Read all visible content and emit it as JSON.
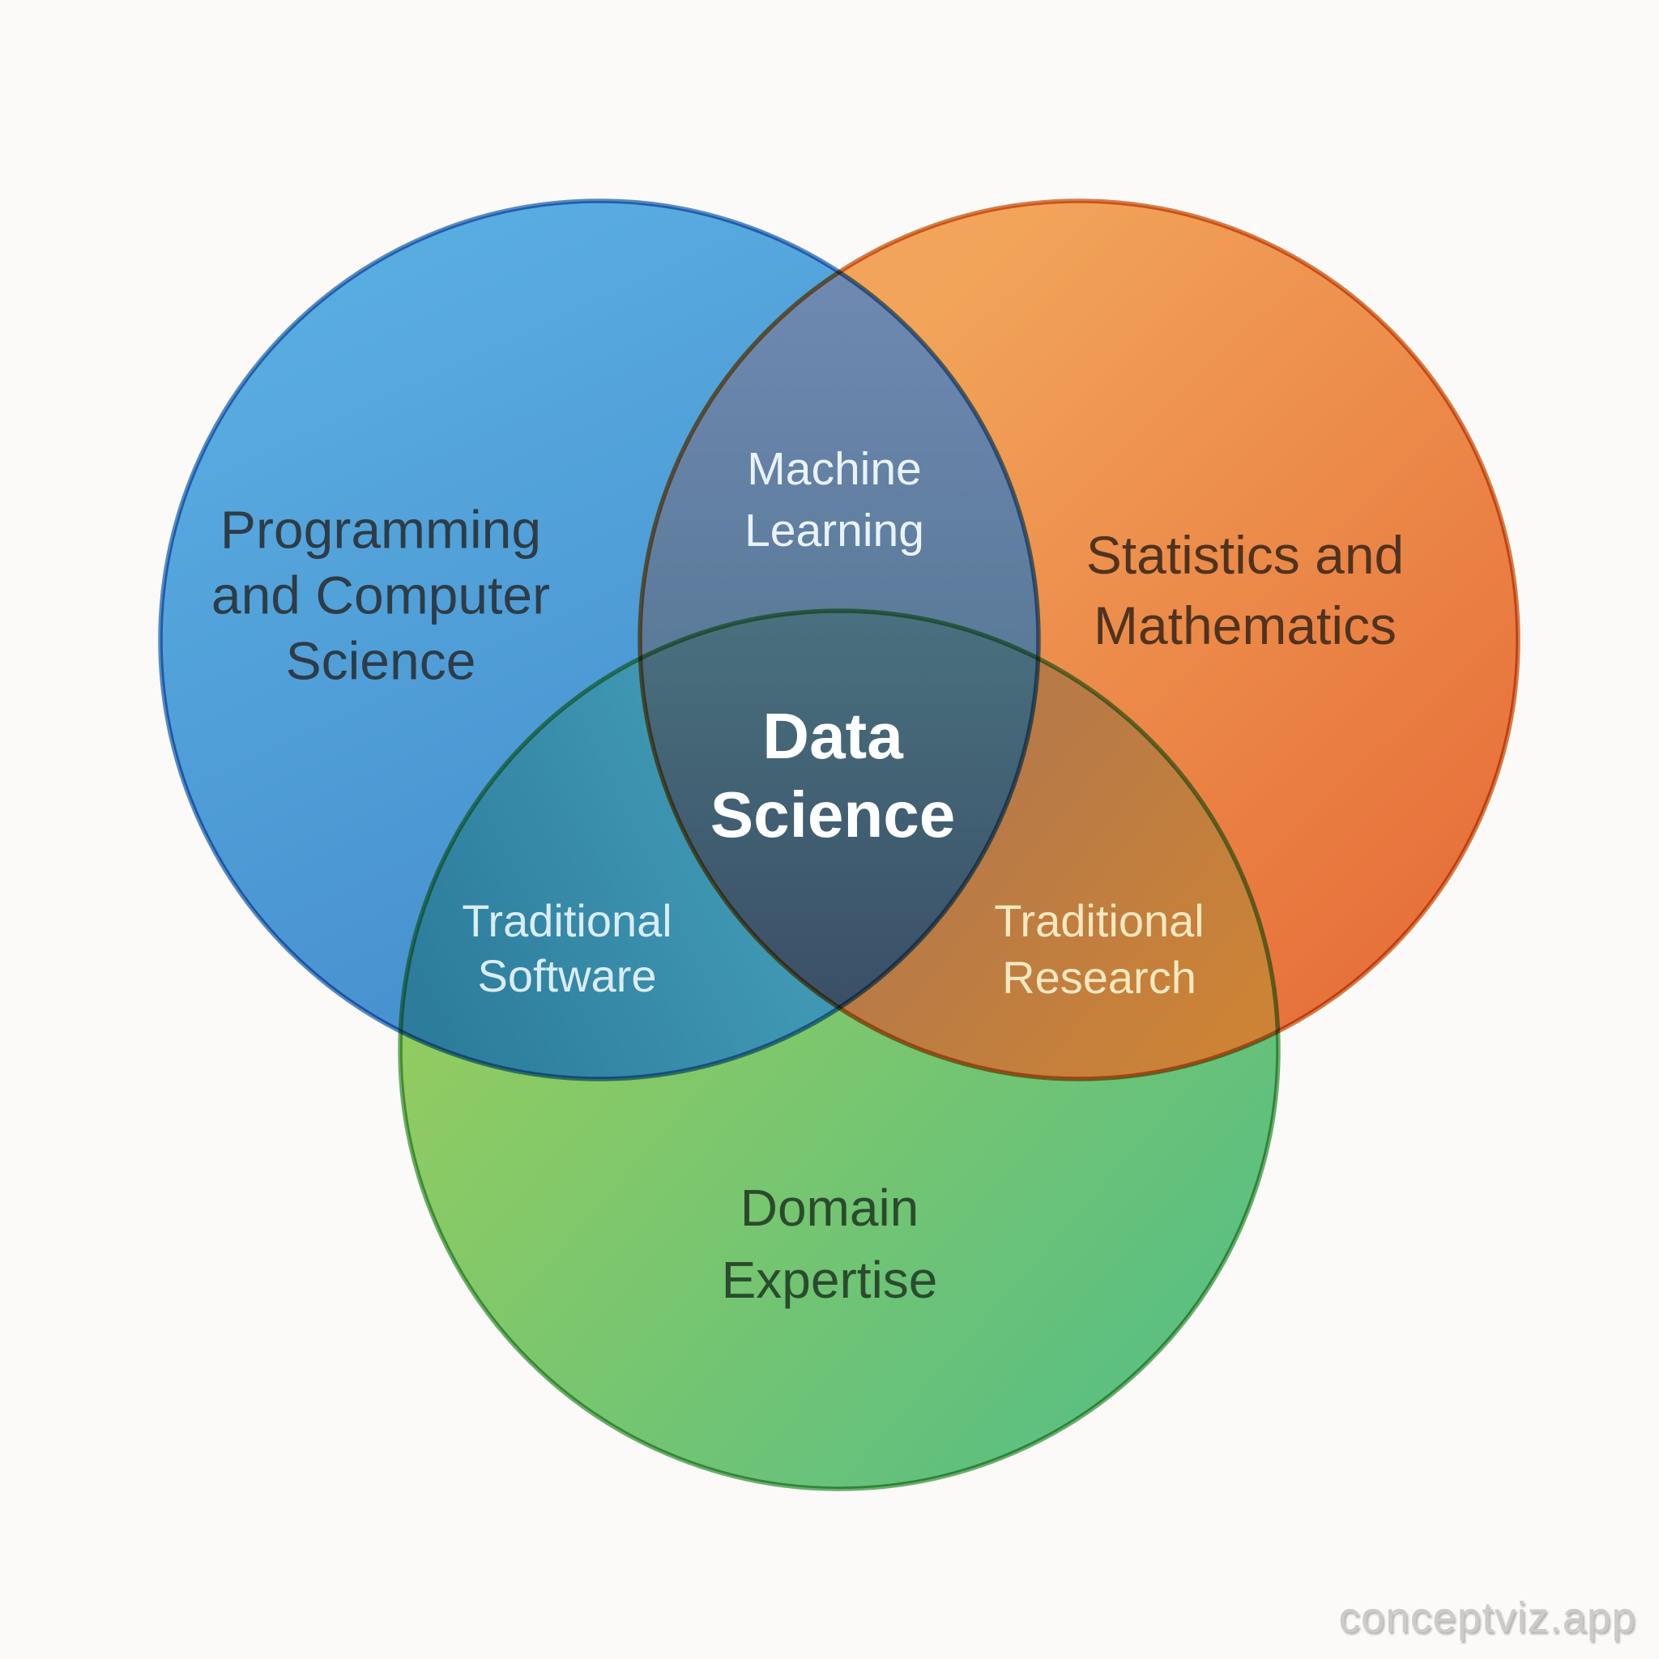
{
  "diagram": {
    "type": "venn",
    "topic": "Data Science skill overlap"
  },
  "venn": {
    "circles": [
      {
        "id": "programming",
        "label": "Programming\nand Computer\nScience",
        "color": "#4ba1d9",
        "stroke_color": "#3a79bd",
        "text_color": "#2d3c47"
      },
      {
        "id": "statistics",
        "label": "Statistics and\nMathematics",
        "color": "#ec8c45",
        "stroke_color": "#d06b28",
        "text_color": "#50331e"
      },
      {
        "id": "domain",
        "label": "Domain\nExpertise",
        "color": "#79c672",
        "stroke_color": "#55a257",
        "text_color": "#2b4b2d"
      }
    ],
    "overlaps": [
      {
        "between": [
          "programming",
          "statistics"
        ],
        "label": "Machine\nLearning",
        "color": "#6685a5",
        "text_color": "#eaf2fa"
      },
      {
        "between": [
          "programming",
          "domain"
        ],
        "label": "Traditional\nSoftware",
        "color": "#3589a8",
        "text_color": "#daedf6"
      },
      {
        "between": [
          "statistics",
          "domain"
        ],
        "label": "Traditional\nResearch",
        "color": "#c27e3e",
        "text_color": "#f6e8c0"
      }
    ],
    "center": {
      "between": [
        "programming",
        "statistics",
        "domain"
      ],
      "label": "Data\nScience",
      "color": "#436074",
      "text_color": "#ffffff"
    }
  },
  "watermark": {
    "text": "conceptviz.app",
    "color": "#cccbca"
  },
  "background": "#fbfaf8"
}
